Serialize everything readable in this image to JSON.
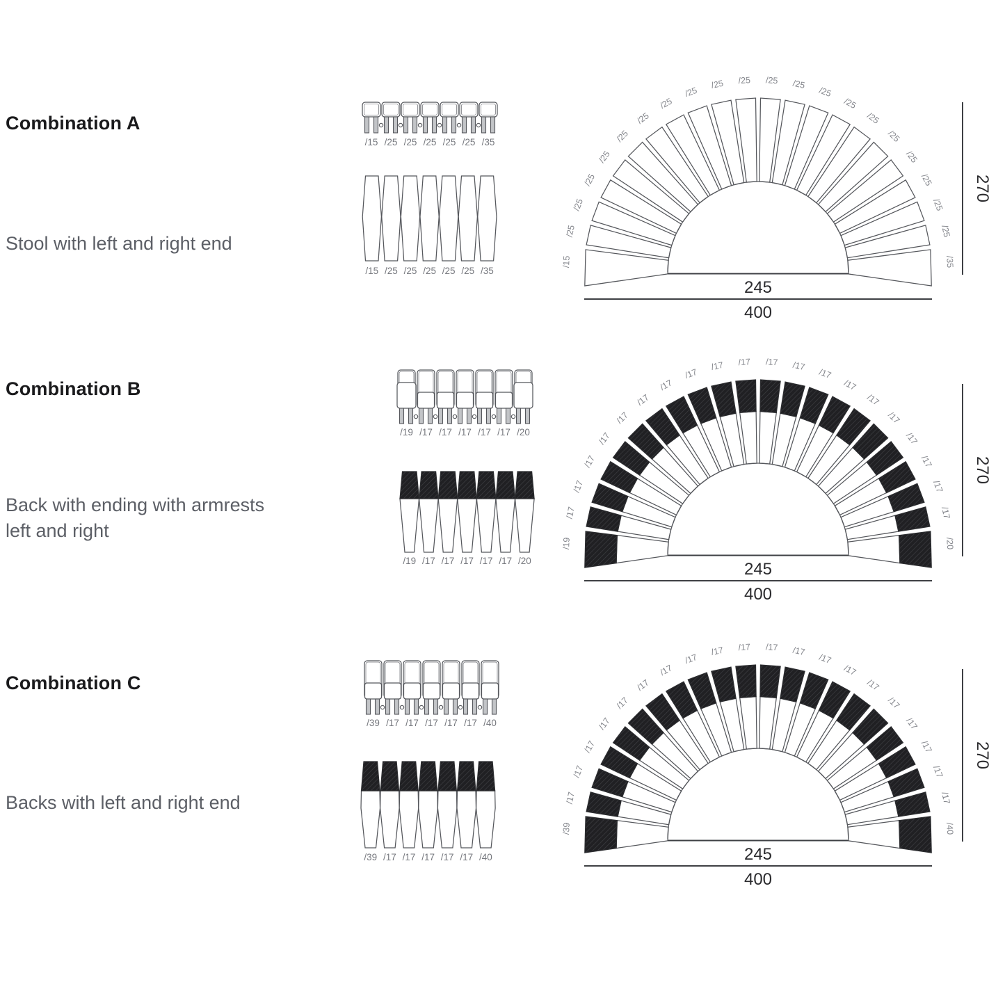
{
  "colors": {
    "line": "#55575c",
    "segment_label": "#85878d",
    "dimension_text": "#2b2b2e",
    "title_text": "#1a1a1c",
    "description_text": "#5c5f66",
    "back_fill": "#202023",
    "back_hatch": "#3f4044"
  },
  "sections": [
    {
      "id": "A",
      "title": "Combination A",
      "description": "Stool with left and right end",
      "strip": {
        "style": "stool",
        "top_labels": [
          "/15",
          "/25",
          "/25",
          "/25",
          "/25",
          "/25",
          "/35"
        ],
        "bottom_labels": [
          "/15",
          "/25",
          "/25",
          "/25",
          "/25",
          "/25",
          "/35"
        ]
      },
      "fan": {
        "has_back": false,
        "segment_labels": [
          "/15",
          "/25",
          "/25",
          "/25",
          "/25",
          "/25",
          "/25",
          "/25",
          "/25",
          "/25",
          "/25",
          "/25",
          "/25",
          "/25",
          "/25",
          "/25",
          "/25",
          "/25",
          "/25",
          "/25",
          "/25",
          "/35"
        ],
        "dims": {
          "inner": "245",
          "outer": "400",
          "height": "270"
        }
      }
    },
    {
      "id": "B",
      "title": "Combination B",
      "description": "Back with ending with armrests\nleft and right",
      "strip": {
        "style": "back-armrest-ends",
        "top_labels": [
          "/19",
          "/17",
          "/17",
          "/17",
          "/17",
          "/17",
          "/20"
        ],
        "bottom_labels": [
          "/19",
          "/17",
          "/17",
          "/17",
          "/17",
          "/17",
          "/20"
        ]
      },
      "fan": {
        "has_back": true,
        "segment_labels": [
          "/19",
          "/17",
          "/17",
          "/17",
          "/17",
          "/17",
          "/17",
          "/17",
          "/17",
          "/17",
          "/17",
          "/17",
          "/17",
          "/17",
          "/17",
          "/17",
          "/17",
          "/17",
          "/17",
          "/17",
          "/17",
          "/20"
        ],
        "dims": {
          "inner": "245",
          "outer": "400",
          "height": "270"
        }
      }
    },
    {
      "id": "C",
      "title": "Combination C",
      "description": "Backs with left and right end",
      "strip": {
        "style": "back-uniform",
        "top_labels": [
          "/39",
          "/17",
          "/17",
          "/17",
          "/17",
          "/17",
          "/40"
        ],
        "bottom_labels": [
          "/39",
          "/17",
          "/17",
          "/17",
          "/17",
          "/17",
          "/40"
        ]
      },
      "fan": {
        "has_back": true,
        "segment_labels": [
          "/39",
          "/17",
          "/17",
          "/17",
          "/17",
          "/17",
          "/17",
          "/17",
          "/17",
          "/17",
          "/17",
          "/17",
          "/17",
          "/17",
          "/17",
          "/17",
          "/17",
          "/17",
          "/17",
          "/17",
          "/17",
          "/40"
        ],
        "dims": {
          "inner": "245",
          "outer": "400",
          "height": "270"
        }
      }
    }
  ]
}
